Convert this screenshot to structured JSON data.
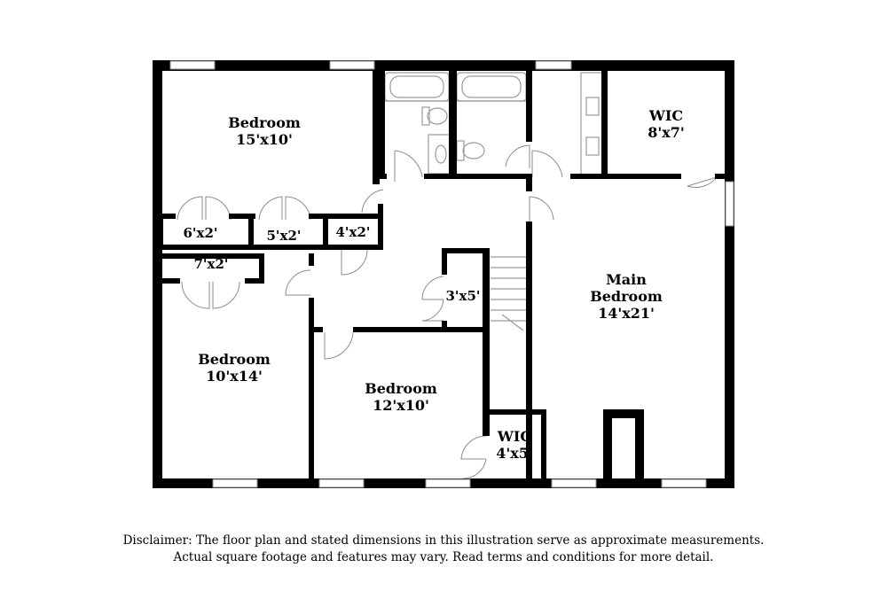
{
  "rooms": {
    "bedroom_top_left": {
      "name": "Bedroom",
      "dims": "15'x10'"
    },
    "closet_a": {
      "dims": "6'x2'"
    },
    "closet_b": {
      "dims": "5'x2'"
    },
    "closet_c": {
      "dims": "4'x2'"
    },
    "closet_d": {
      "dims": "7'x2'"
    },
    "closet_e": {
      "dims": "3'x5'"
    },
    "bedroom_bottom_left": {
      "name": "Bedroom",
      "dims": "10'x14'"
    },
    "bedroom_middle": {
      "name": "Bedroom",
      "dims": "12'x10'"
    },
    "wic_small": {
      "name": "WIC",
      "dims": "4'x5'"
    },
    "wic_main": {
      "name": "WIC",
      "dims": "8'x7'"
    },
    "main_bedroom": {
      "name": "Main",
      "name2": "Bedroom",
      "dims": "14'x21'"
    }
  },
  "disclaimer": {
    "line1": "Disclaimer: The floor plan and stated dimensions in this illustration serve as approximate measurements.",
    "line2": "Actual square footage and features may vary. Read terms and conditions for more detail."
  }
}
